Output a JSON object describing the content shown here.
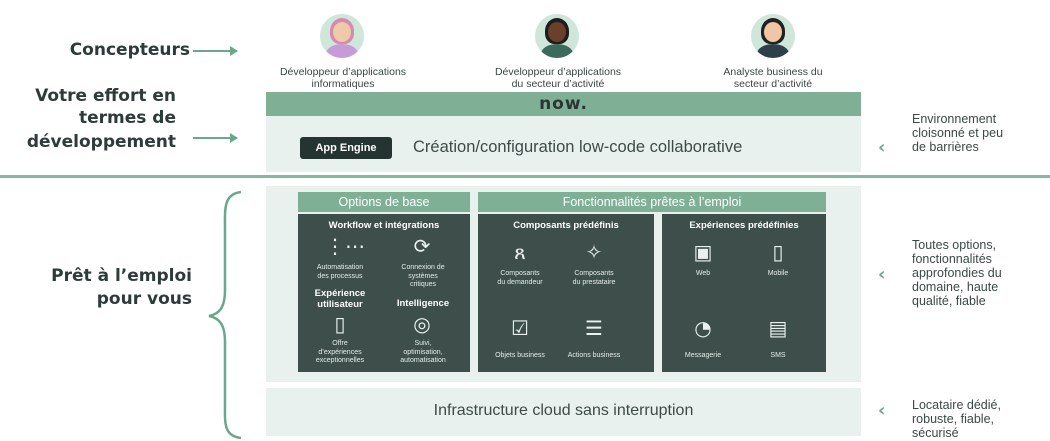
{
  "left": {
    "concepteurs": "Concepteurs",
    "effort_line1": "Votre effort en",
    "effort_line2": "termes de",
    "effort_line3": "développement",
    "pret_line1": "Prêt à l’emploi",
    "pret_line2": "pour vous"
  },
  "personas": [
    {
      "line1": "Développeur d’applications",
      "line2": "informatiques"
    },
    {
      "line1": "Développeur d’applications",
      "line2": "du secteur d’activité"
    },
    {
      "line1": "Analyste business du",
      "line2": "secteur d’activité"
    }
  ],
  "top": {
    "brand": "now.",
    "app_engine": "App Engine",
    "lowcode": "Création/configuration low-code collaborative"
  },
  "options": {
    "header": "Options de base",
    "workflow_title": "Workflow et intégrations",
    "auto_l1": "Automatisation",
    "auto_l2": "des processus",
    "conn_l1": "Connexion de",
    "conn_l2": "systèmes",
    "conn_l3": "critiques",
    "ux_l1": "Expérience",
    "ux_l2": "utilisateur",
    "intel": "Intelligence",
    "offre_l1": "Offre",
    "offre_l2": "d’expériences",
    "offre_l3": "exceptionnelles",
    "suivi_l1": "Suivi,",
    "suivi_l2": "optimisation,",
    "suivi_l3": "automatisation"
  },
  "features": {
    "header": "Fonctionnalités prêtes à l’emploi",
    "components_title": "Composants prédéfinis",
    "comp_dem_l1": "Composants",
    "comp_dem_l2": "du demandeur",
    "comp_pre_l1": "Composants",
    "comp_pre_l2": "du prestataire",
    "objets": "Objets business",
    "actions": "Actions business",
    "experiences_title": "Expériences prédéfinies",
    "web": "Web",
    "mobile": "Mobile",
    "messagerie": "Messagerie",
    "sms": "SMS"
  },
  "infra": "Infrastructure cloud sans interruption",
  "right": {
    "env_l1": "Environnement",
    "env_l2": "cloisonné et peu",
    "env_l3": "de barrières",
    "opt_l1": "Toutes options,",
    "opt_l2": "fonctionnalités",
    "opt_l3": "approfondies du",
    "opt_l4": "domaine, haute",
    "opt_l5": "qualité, fiable",
    "loc_l1": "Locataire dédié,",
    "loc_l2": "robuste, fiable,",
    "loc_l3": "sécurisé"
  },
  "colors": {
    "accent": "#7fb096",
    "dark_panel": "#3e4f4b",
    "light_panel": "#e8f1ed",
    "ink": "#2d3b39"
  },
  "icons": [
    "workflow-icon",
    "connection-icon",
    "phone-icon",
    "intelligence-icon",
    "requester-icon",
    "provider-icon",
    "business-object-icon",
    "business-action-icon",
    "web-icon",
    "mobile-icon",
    "chat-icon",
    "sms-icon",
    "chevron-left-icon"
  ]
}
